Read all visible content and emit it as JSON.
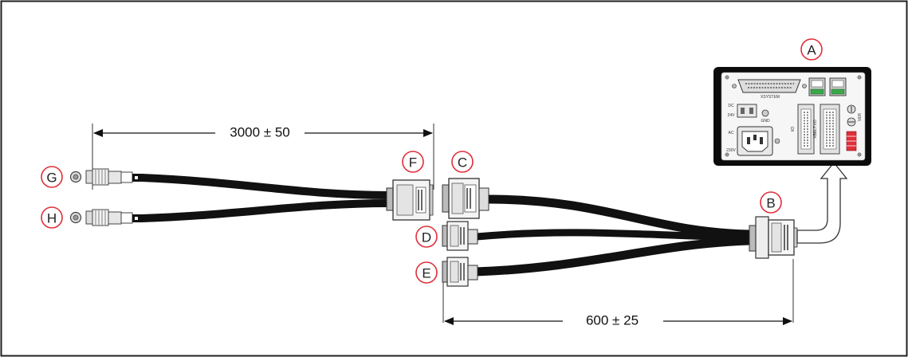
{
  "callouts": {
    "a": "A",
    "b": "B",
    "c": "C",
    "d": "D",
    "e": "E",
    "f": "F",
    "g": "G",
    "h": "H"
  },
  "dimensions": {
    "length_main": "3000 ± 50",
    "length_breakout": "600 ± 25"
  },
  "panel_labels": {
    "xsystem": "XSYSTEM",
    "gnd": "GND",
    "dc": "DC",
    "v24": "24V",
    "ac": "AC",
    "v230": "230V",
    "io": "I/O",
    "xbeltio": "XBELT I/O",
    "ver": "VER"
  },
  "colors": {
    "callout_ring": "#e0303a",
    "cable": "#111111",
    "frame": "#222222",
    "ethernet_led": "#3aa84a",
    "dip_switch": "#e0303a"
  }
}
